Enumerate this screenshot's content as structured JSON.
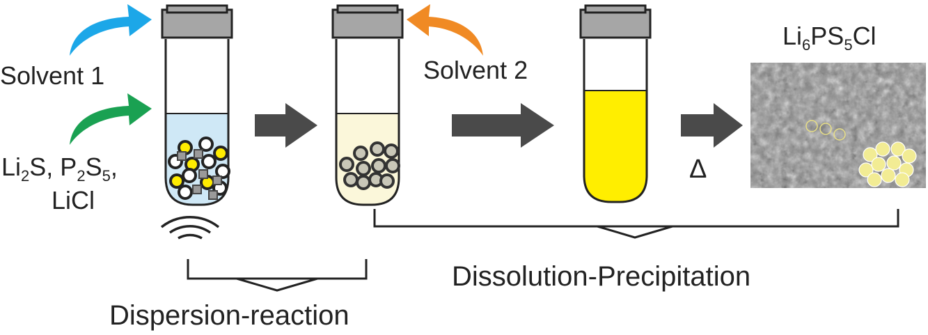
{
  "labels": {
    "solvent1": "Solvent 1",
    "solvent2": "Solvent 2",
    "precursors_line1_a": "Li",
    "precursors_line1_b": "2",
    "precursors_line1_c": "S, P",
    "precursors_line1_d": "2",
    "precursors_line1_e": "S",
    "precursors_line1_f": "5",
    "precursors_line1_g": ",",
    "precursors_line2": "LiCl",
    "product_a": "Li",
    "product_b": "6",
    "product_c": "PS",
    "product_d": "5",
    "product_e": "Cl",
    "heat": "Δ",
    "dispersion": "Dispersion-reaction",
    "dissolution": "Dissolution-Precipitation"
  },
  "colors": {
    "solvent1_arrow": "#1ca7e8",
    "precursor_arrow": "#1aa152",
    "solvent2_arrow": "#f08a24",
    "process_arrow": "#4a4a4a",
    "cap": "#a6a6a6",
    "liquid_tube1": "#cfe8f6",
    "liquid_tube2": "#fbf7da",
    "liquid_tube3": "#ffee00",
    "particle_yellow": "#ffec00",
    "particle_gray": "#c9c7b8",
    "sem_background": "#8a8a8a"
  },
  "icons": [
    "ultrasound-icon",
    "right-arrow-icon",
    "curved-arrow-icon"
  ]
}
